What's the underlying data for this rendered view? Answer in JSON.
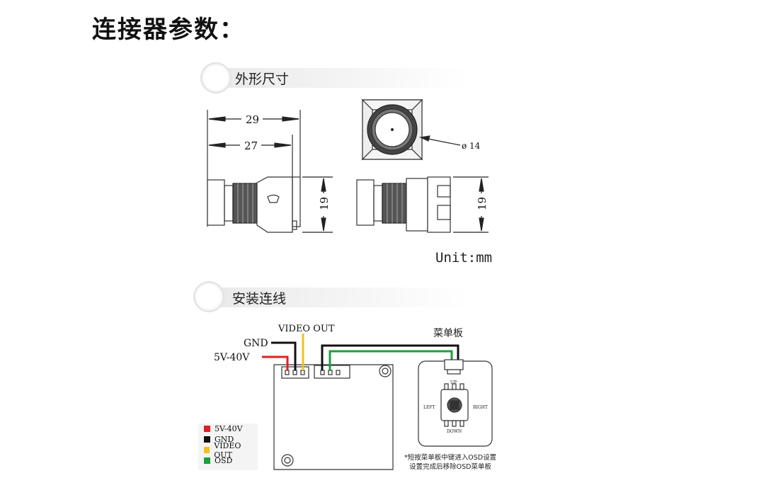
{
  "page_title": "连接器参数：",
  "section_dimensions": {
    "title": "外形尺寸",
    "dim_29": "29",
    "dim_27": "27",
    "dim_19_left": "19",
    "dim_19_right": "19",
    "dim_diameter": "ø 14",
    "unit": "Unit:mm"
  },
  "section_wiring": {
    "title": "安装连线",
    "label_video_out": "VIDEO OUT",
    "label_gnd": "GND",
    "label_power": "5V-40V",
    "menu_board_title": "菜单板",
    "btn_up": "UP",
    "btn_down": "DOWN",
    "btn_left": "LEFT",
    "btn_right": "RIGHT",
    "note_line1": "*短按菜单板中键进入OSD设置",
    "note_line2": "设置完成后移除OSD菜单板",
    "legend": [
      {
        "label": "5V-40V",
        "color": "#e02020"
      },
      {
        "label": "GND",
        "color": "#111111"
      },
      {
        "label": "VIDEO OUT",
        "color": "#f0c020"
      },
      {
        "label": "OSD",
        "color": "#1aa03a"
      }
    ]
  }
}
